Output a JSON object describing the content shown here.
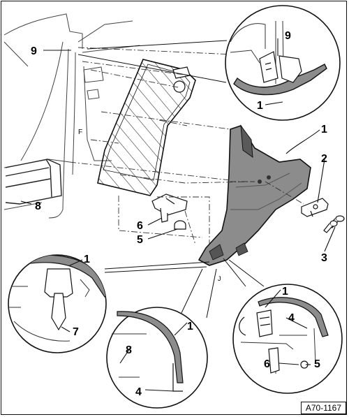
{
  "figure_id": "A70-1167",
  "callouts": [
    {
      "label": "9"
    },
    {
      "label": "9"
    },
    {
      "label": "1"
    },
    {
      "label": "1"
    },
    {
      "label": "2"
    },
    {
      "label": "3"
    },
    {
      "label": "8"
    },
    {
      "label": "6"
    },
    {
      "label": "5"
    },
    {
      "label": "1"
    },
    {
      "label": "7"
    },
    {
      "label": "1"
    },
    {
      "label": "8"
    },
    {
      "label": "4"
    },
    {
      "label": "1"
    },
    {
      "label": "4"
    },
    {
      "label": "6"
    },
    {
      "label": "5"
    }
  ],
  "body_marking": "F",
  "detail_marking": "J"
}
